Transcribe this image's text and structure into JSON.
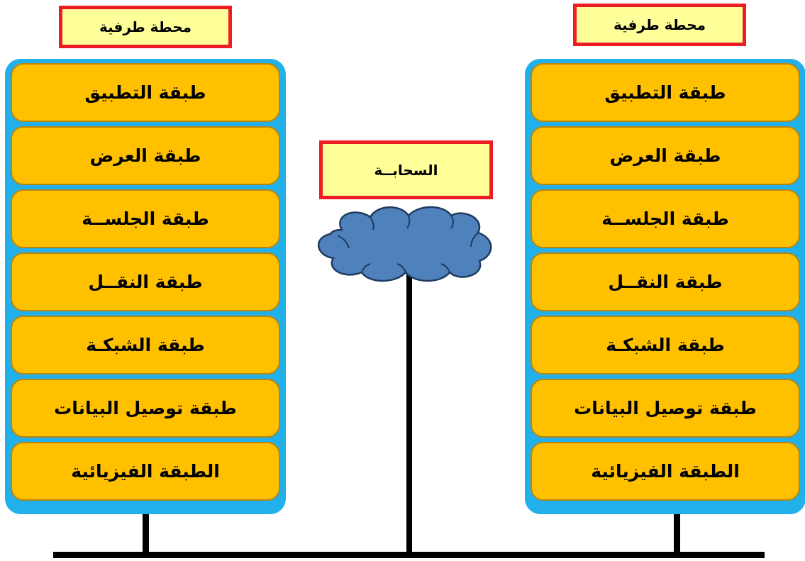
{
  "colors": {
    "stack_bg": "#22b0ea",
    "layer_fill": "#ffc000",
    "label_fill": "#ffff99",
    "label_border": "#ee1c24",
    "cloud_fill": "#4f81bd",
    "cloud_stroke": "#1f3a5f",
    "network_line": "#000000"
  },
  "left_station": {
    "title": "محطة طرفية",
    "layers": [
      "طبقة التطبيق",
      "طبقة العرض",
      "طبقة الجلســة",
      "طبقة النقــل",
      "طبقة الشبكـة",
      "طبقة توصيل البيانات",
      "الطبقة الفيزيائية"
    ]
  },
  "right_station": {
    "title": "محطة طرفية",
    "layers": [
      "طبقة التطبيق",
      "طبقة العرض",
      "طبقة الجلســة",
      "طبقة النقــل",
      "طبقة الشبكـة",
      "طبقة توصيل البيانات",
      "الطبقة الفيزيائية"
    ]
  },
  "cloud": {
    "title": "السحابــة",
    "icon": "cloud-icon"
  }
}
